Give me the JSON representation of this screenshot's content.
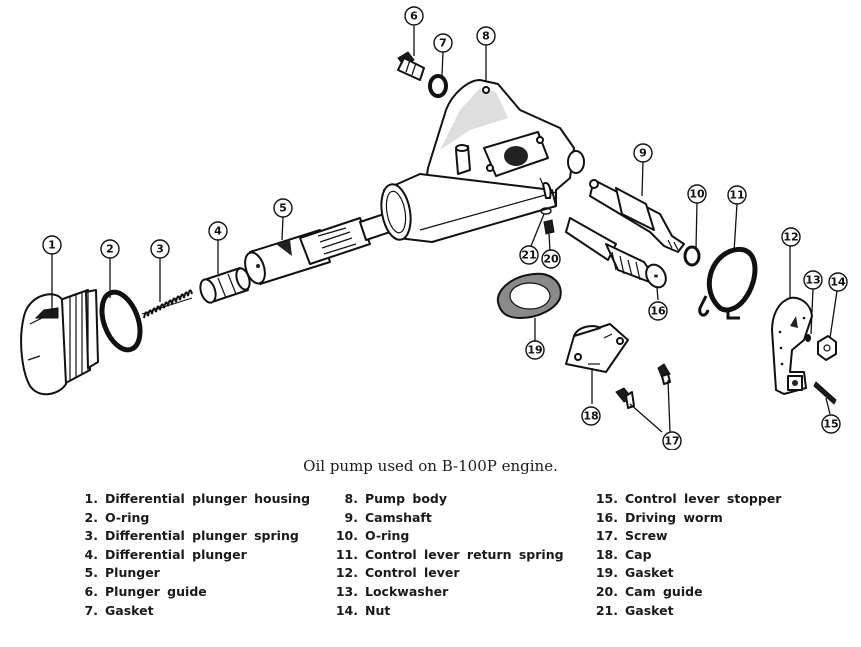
{
  "figure": {
    "caption": "Oil pump used on B-100P engine.",
    "callouts": [
      {
        "id": "1"
      },
      {
        "id": "2"
      },
      {
        "id": "3"
      },
      {
        "id": "4"
      },
      {
        "id": "5"
      },
      {
        "id": "6"
      },
      {
        "id": "7"
      },
      {
        "id": "8"
      },
      {
        "id": "9"
      },
      {
        "id": "10"
      },
      {
        "id": "11"
      },
      {
        "id": "12"
      },
      {
        "id": "13"
      },
      {
        "id": "14"
      },
      {
        "id": "15"
      },
      {
        "id": "16"
      },
      {
        "id": "17"
      },
      {
        "id": "18"
      },
      {
        "id": "19"
      },
      {
        "id": "20"
      },
      {
        "id": "21"
      }
    ]
  },
  "legend": {
    "columns": [
      [
        {
          "num": "1.",
          "label": "Differential plunger housing"
        },
        {
          "num": "2.",
          "label": "O-ring"
        },
        {
          "num": "3.",
          "label": "Differential plunger spring"
        },
        {
          "num": "4.",
          "label": "Differential plunger"
        },
        {
          "num": "5.",
          "label": "Plunger"
        },
        {
          "num": "6.",
          "label": "Plunger guide"
        },
        {
          "num": "7.",
          "label": "Gasket"
        }
      ],
      [
        {
          "num": "8.",
          "label": "Pump body"
        },
        {
          "num": "9.",
          "label": "Camshaft"
        },
        {
          "num": "10.",
          "label": "O-ring"
        },
        {
          "num": "11.",
          "label": "Control lever return spring"
        },
        {
          "num": "12.",
          "label": "Control lever"
        },
        {
          "num": "13.",
          "label": "Lockwasher"
        },
        {
          "num": "14.",
          "label": "Nut"
        }
      ],
      [
        {
          "num": "15.",
          "label": "Control lever stopper"
        },
        {
          "num": "16.",
          "label": "Driving worm"
        },
        {
          "num": "17.",
          "label": "Screw"
        },
        {
          "num": "18.",
          "label": "Cap"
        },
        {
          "num": "19.",
          "label": "Gasket"
        },
        {
          "num": "20.",
          "label": "Cam guide"
        },
        {
          "num": "21.",
          "label": "Gasket"
        }
      ]
    ]
  }
}
